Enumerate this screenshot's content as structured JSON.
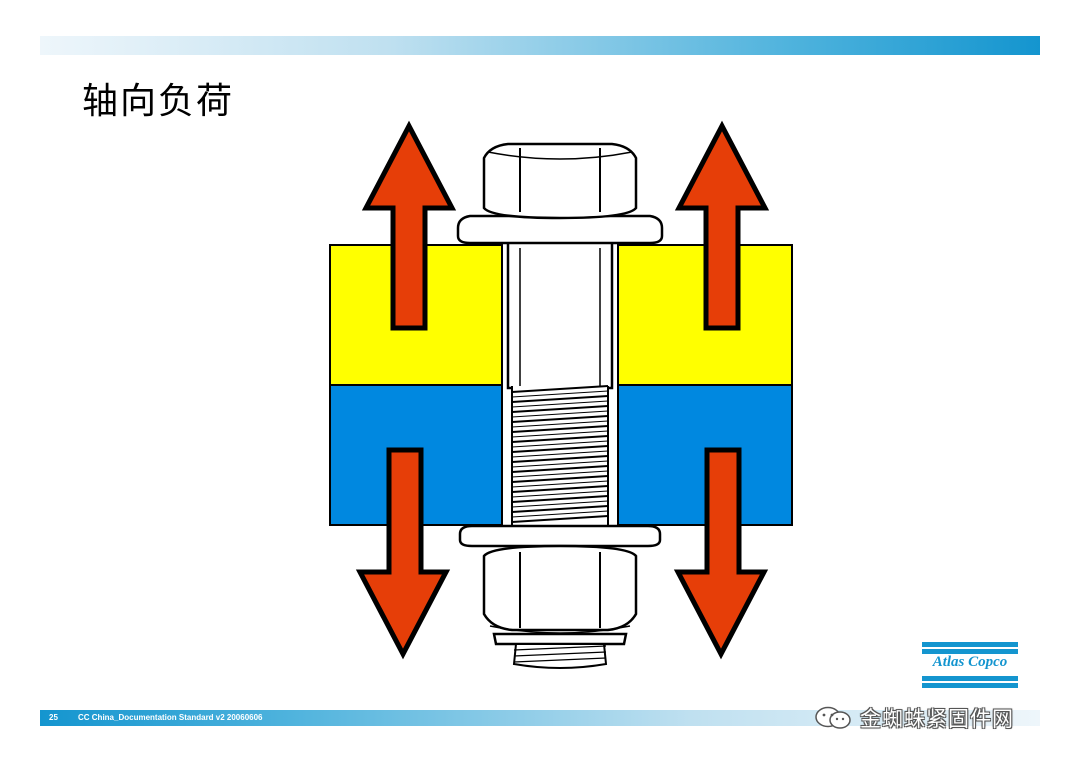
{
  "slide": {
    "title": "轴向负荷",
    "page_number": "25",
    "footer_text": "CC China_Documentation Standard v2 20060606"
  },
  "logo": {
    "text": "Atlas Copco",
    "color": "#1495cf"
  },
  "watermark": {
    "text": "金蜘蛛紧固件网",
    "icon": "wechat-icon"
  },
  "colors": {
    "accent_blue": "#1495cf",
    "upper_plate": "#ffff00",
    "lower_plate": "#0088e0",
    "arrow": "#e63e08"
  }
}
